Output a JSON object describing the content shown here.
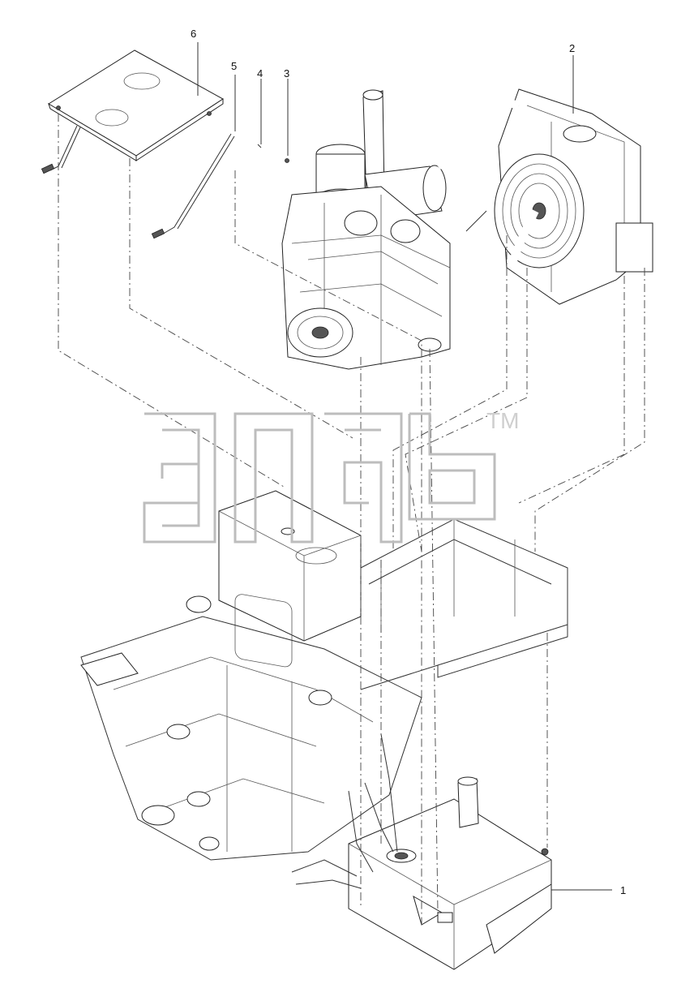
{
  "callouts": [
    {
      "id": "1",
      "label": "1"
    },
    {
      "id": "2",
      "label": "2"
    },
    {
      "id": "3",
      "label": "3"
    },
    {
      "id": "4",
      "label": "4"
    },
    {
      "id": "5",
      "label": "5"
    },
    {
      "id": "6",
      "label": "6"
    }
  ],
  "watermark": {
    "trademark": "TM"
  },
  "colors": {
    "line": "#333333",
    "watermark": "#bdbdbd",
    "background": "#ffffff"
  }
}
